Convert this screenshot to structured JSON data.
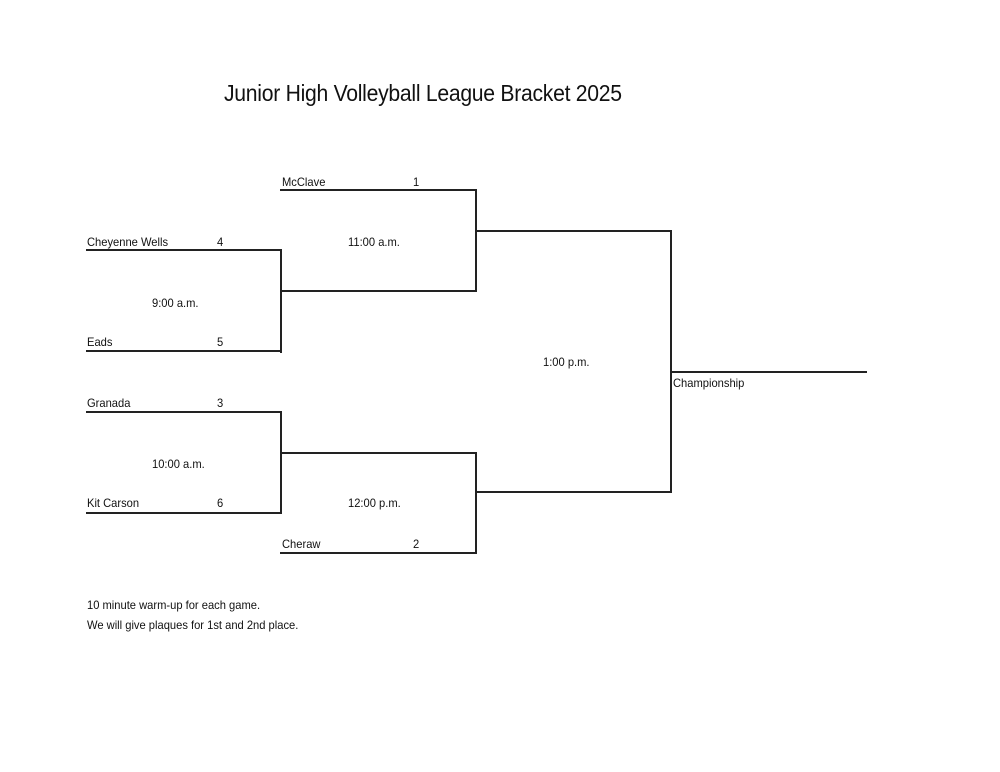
{
  "title": "Junior High Volleyball League Bracket 2025",
  "round1": [
    {
      "time": "9:00 a.m.",
      "teams": [
        {
          "name": "Cheyenne Wells",
          "seed": "4"
        },
        {
          "name": "Eads",
          "seed": "5"
        }
      ]
    },
    {
      "time": "10:00 a.m.",
      "teams": [
        {
          "name": "Granada",
          "seed": "3"
        },
        {
          "name": "Kit Carson",
          "seed": "6"
        }
      ]
    }
  ],
  "round2": [
    {
      "time": "11:00 a.m.",
      "bye_team": {
        "name": "McClave",
        "seed": "1"
      }
    },
    {
      "time": "12:00 p.m.",
      "bye_team": {
        "name": "Cheraw",
        "seed": "2"
      }
    }
  ],
  "final": {
    "time": "1:00 p.m.",
    "label": "Championship"
  },
  "notes": [
    "10 minute warm-up for each game.",
    "We will give plaques for 1st and 2nd place."
  ]
}
